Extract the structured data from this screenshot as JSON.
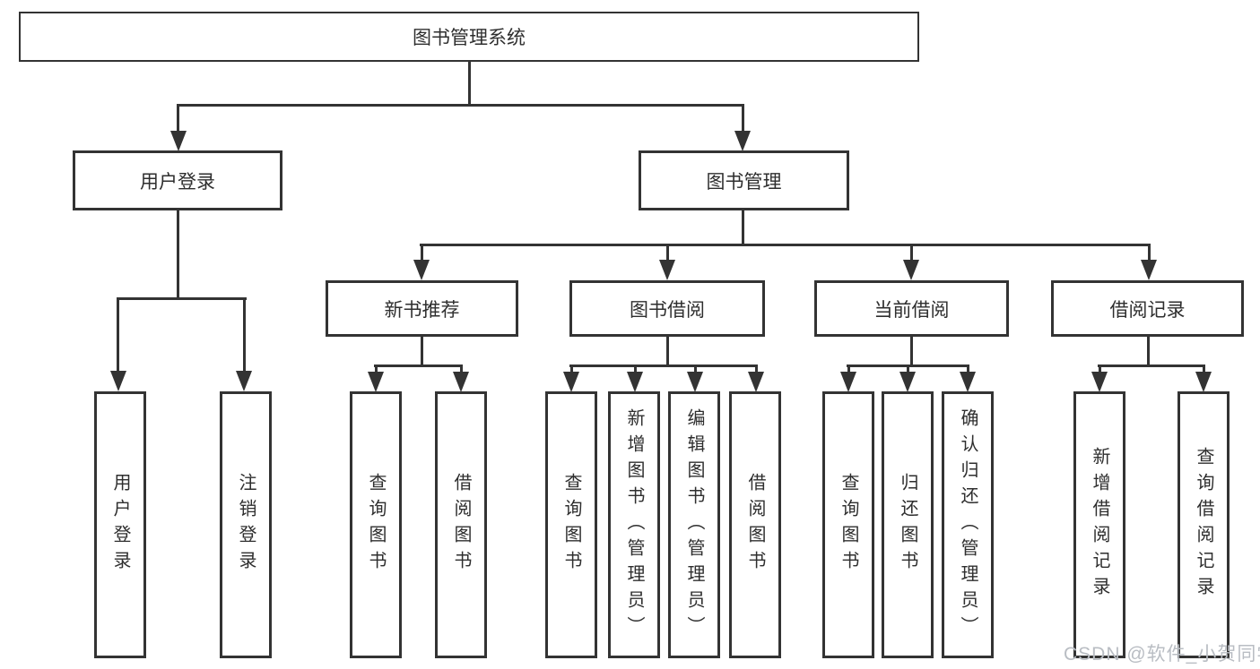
{
  "diagram_title": "图书管理系统",
  "tree": {
    "root": {
      "label": "图书管理系统",
      "children": [
        {
          "label": "用户登录",
          "children": [
            {
              "label": "用户登录"
            },
            {
              "label": "注销登录"
            }
          ]
        },
        {
          "label": "图书管理",
          "children": [
            {
              "label": "新书推荐",
              "children": [
                {
                  "label": "查询图书"
                },
                {
                  "label": "借阅图书"
                }
              ]
            },
            {
              "label": "图书借阅",
              "children": [
                {
                  "label": "查询图书"
                },
                {
                  "label": "新增图书（管理员）"
                },
                {
                  "label": "编辑图书（管理员）"
                },
                {
                  "label": "借阅图书"
                }
              ]
            },
            {
              "label": "当前借阅",
              "children": [
                {
                  "label": "查询图书"
                },
                {
                  "label": "归还图书"
                },
                {
                  "label": "确认归还（管理员）"
                }
              ]
            },
            {
              "label": "借阅记录",
              "children": [
                {
                  "label": "新增借阅记录"
                },
                {
                  "label": "查询借阅记录"
                }
              ]
            }
          ]
        }
      ]
    }
  },
  "watermark": {
    "text": "CSDN @软件_小贺同学"
  },
  "colors": {
    "line": "#333333",
    "box_background": "#ffffff",
    "text": "#2e2e2e",
    "watermark": "#b9bdc3",
    "page_background": "#ffffff"
  }
}
